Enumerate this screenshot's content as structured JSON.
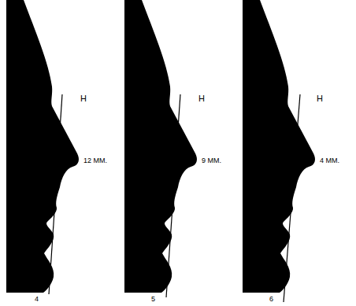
{
  "diagram": {
    "labels": [
      "H",
      "12 MM.",
      "H",
      "9 MM.",
      "H",
      "4 MM.",
      "4",
      "5",
      "6"
    ]
  }
}
